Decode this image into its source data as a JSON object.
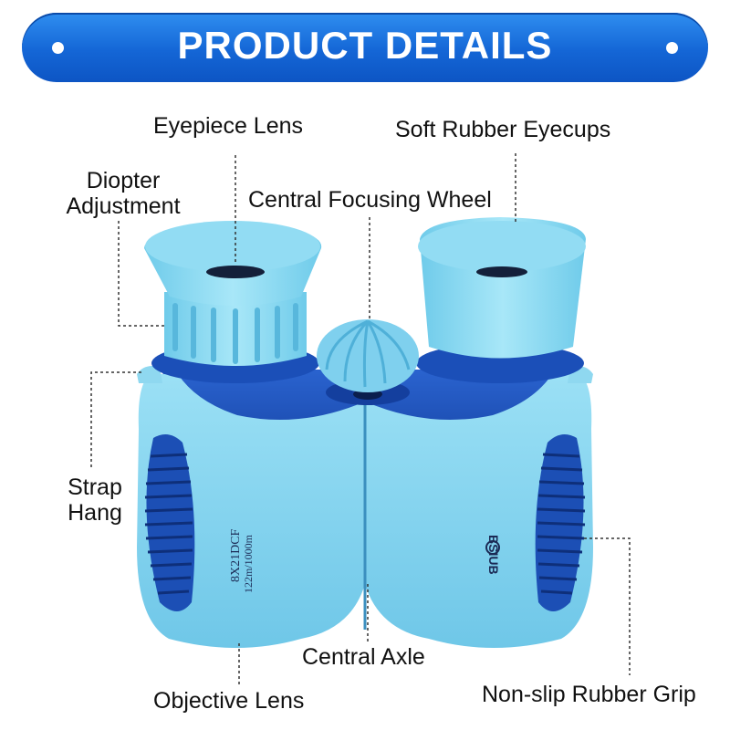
{
  "header": {
    "title": "PRODUCT DETAILS"
  },
  "labels": {
    "eyepiece_lens": "Eyepiece Lens",
    "soft_rubber_eyecups": "Soft Rubber Eyecups",
    "diopter_line1": "Diopter",
    "diopter_line2": "Adjustment",
    "central_focusing_wheel": "Central Focusing Wheel",
    "strap_line1": "Strap",
    "strap_line2": "Hang",
    "central_axle": "Central Axle",
    "objective_lens": "Objective Lens",
    "non_slip_rubber_grip": "Non-slip Rubber Grip"
  },
  "product": {
    "model_text": "8X21DCF",
    "field_text": "122m/1000m",
    "brand_text": "BSIUB"
  },
  "colors": {
    "banner": "#1466d6",
    "light_blue": "#7fd3ef",
    "dark_blue": "#1b4fb8",
    "leader_line": "#333333"
  }
}
